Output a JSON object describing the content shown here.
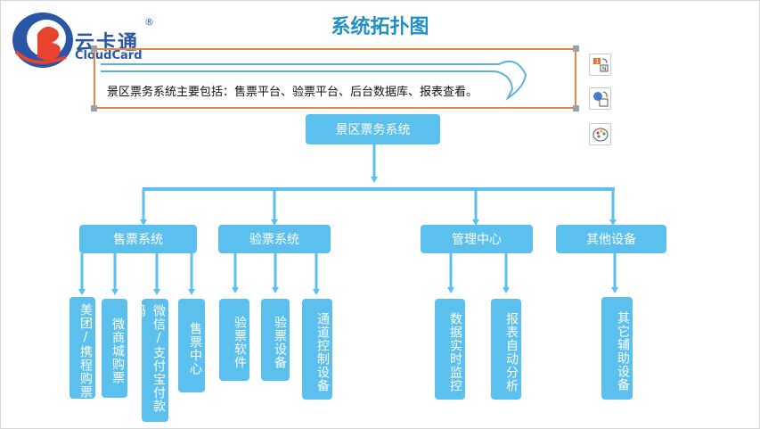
{
  "title": "系统拓扑图",
  "logo": {
    "name": "云卡通",
    "registered": "®",
    "english": "CloudCard"
  },
  "description": "景区票务系统主要包括：售票平台、验票平台、后台数据库、报表查看。",
  "toolbar": {
    "layout_icon": "layout-icon",
    "shape_icon": "shape-icon",
    "palette_icon": "palette-icon"
  },
  "colors": {
    "node": "#5bc0ee",
    "title": "#1f8fc4",
    "border": "#e6863f"
  },
  "root": "景区票务系统",
  "categories": [
    {
      "label": "售票系统",
      "children": [
        "美团/携程购票",
        "微商城购票",
        "微信/支付宝付款码",
        "售票中心"
      ]
    },
    {
      "label": "验票系统",
      "children": [
        "验票软件",
        "验票设备",
        "通道控制设备"
      ]
    },
    {
      "label": "管理中心",
      "children": [
        "数据实时监控",
        "报表自动分析"
      ]
    },
    {
      "label": "其他设备",
      "children": [
        "其它辅助设备"
      ]
    }
  ]
}
